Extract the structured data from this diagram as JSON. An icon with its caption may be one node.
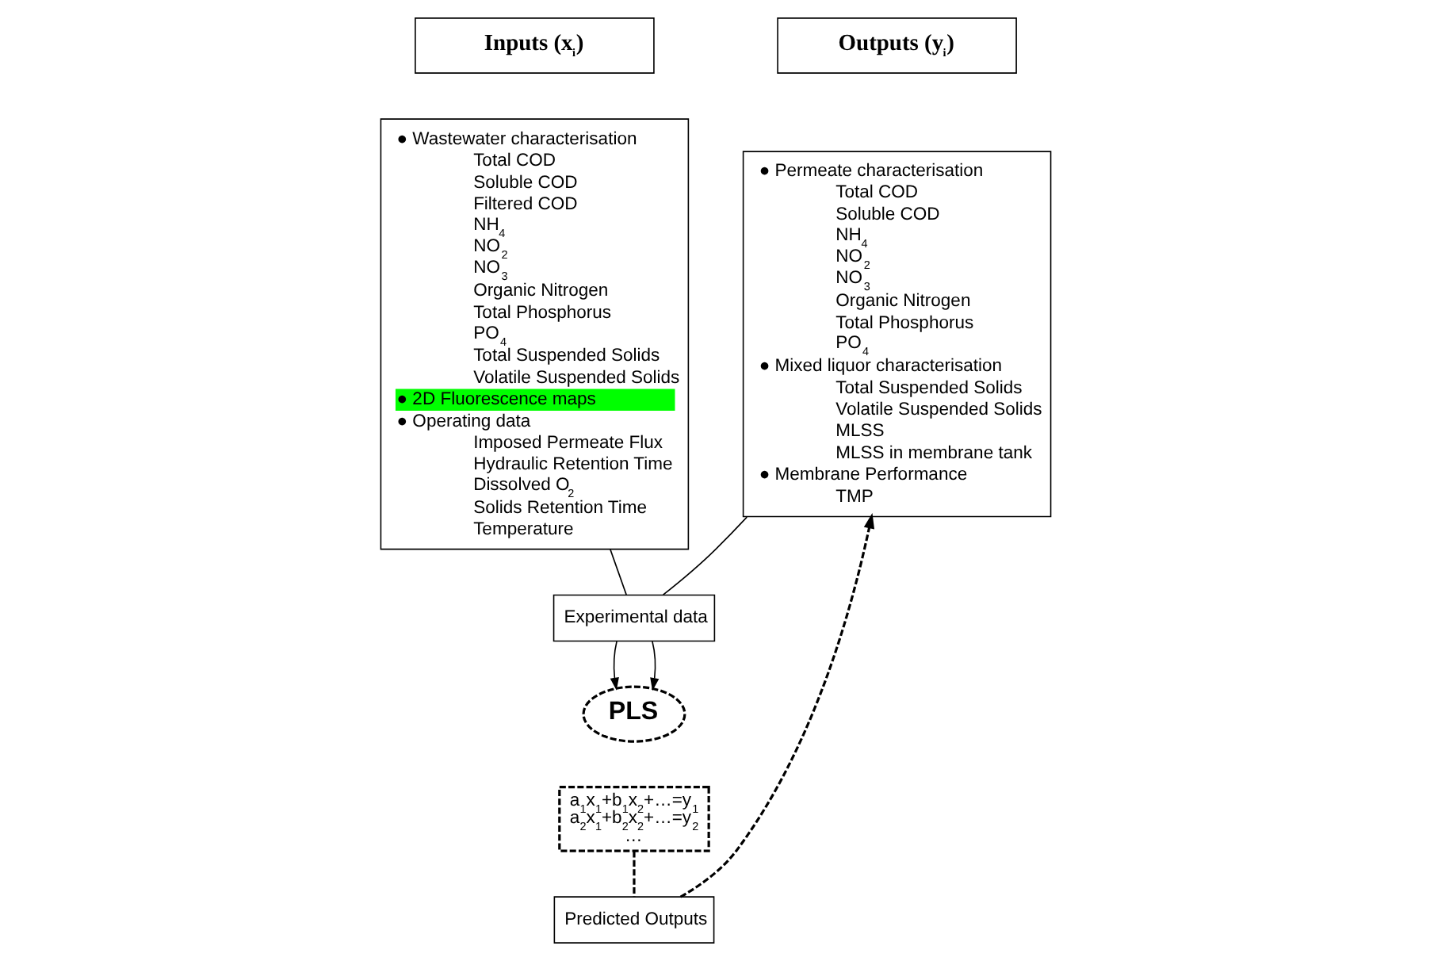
{
  "diagram": {
    "nodes": [
      {
        "text": [
          "Inputs (x$_{i}$)"
        ]
      },
      {
        "text": [
          "● Wastewater characterisation",
          "Total COD",
          "Soluble COD",
          "Filtered COD",
          "NH$_{4}$",
          "NO$_{2}$",
          "NO$_{3}$",
          "Organic Nitrogen",
          "Total Phosphorus",
          "PO$_{4}$",
          "Total Suspended Solids",
          "Volatile Suspended Solids",
          "● 2D Fluorescence maps",
          "● Operating data",
          "Imposed Permeate Flux",
          "Hydraulic Retention Time",
          "Dissolved O$_{2}$",
          "Solids Retention Time",
          "Temperature"
        ]
      },
      {
        "text": [
          "Outputs (y$_{i}$)"
        ]
      },
      {
        "text": [
          "● Permeate characterisation",
          "Total COD",
          "Soluble COD",
          "NH$_{4}$",
          "NO$_{2}$",
          "NO$_{3}$",
          "Organic Nitrogen",
          "Total Phosphorus",
          "PO$_{4}$",
          "● Mixed liquor characterisation",
          "Total Suspended Solids",
          "Volatile Suspended Solids",
          "MLSS",
          "MLSS in membrane tank",
          "● Membrane Performance",
          "TMP"
        ]
      },
      {
        "text": [
          "Experimental data"
        ]
      },
      {
        "text": [
          "PLS"
        ]
      },
      {
        "text": [
          "a$_{1}$x$_{1}$+b$_{1}$x$_{2}$+…=y$_{1}$",
          "a$_{2}$x$_{1}$+b$_{2}$x$_{2}$+…=y$_{2}$",
          "…"
        ]
      },
      {
        "text": [
          "Predicted Outputs"
        ]
      }
    ],
    "edges": [
      {
        "from": 1,
        "to": 4,
        "arrow": "none"
      },
      {
        "from": 3,
        "to": 4,
        "arrow": "none"
      },
      {
        "from": 4,
        "to": 5,
        "arrow": "to"
      },
      {
        "from": 4,
        "to": 5,
        "arrow": "to"
      },
      {
        "from": 6,
        "to": 7,
        "arrow": "none",
        "style": "dashed"
      },
      {
        "from": 7,
        "to": 3,
        "arrow": "to",
        "style": "dashed"
      }
    ]
  }
}
